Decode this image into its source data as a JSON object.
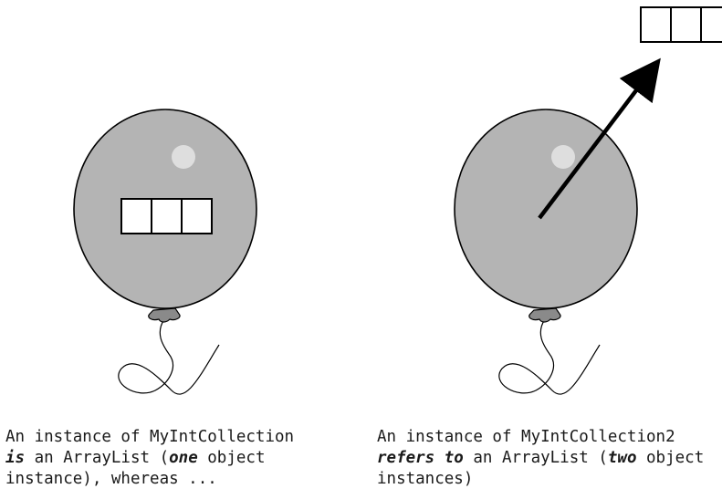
{
  "captions": {
    "left": {
      "line1": "An instance of MyIntCollection",
      "line2_emph": "is",
      "line2_pre": " an ArrayList (",
      "line2_emph2": "one",
      "line2_post": " object",
      "line3": "instance), whereas ..."
    },
    "right": {
      "line1": "An instance of MyIntCollection2",
      "line2_emph": "refers to",
      "line2_pre": " an ArrayList (",
      "line2_emph2": "two",
      "line2_post": " object",
      "line3": "instances)"
    }
  },
  "colors": {
    "balloon_fill": "#b4b4b4",
    "balloon_highlight": "#dedede",
    "knot_fill": "#8a8a8a",
    "outline": "#000000",
    "array_cell_fill": "#ffffff"
  },
  "array": {
    "cell_count": 3
  }
}
